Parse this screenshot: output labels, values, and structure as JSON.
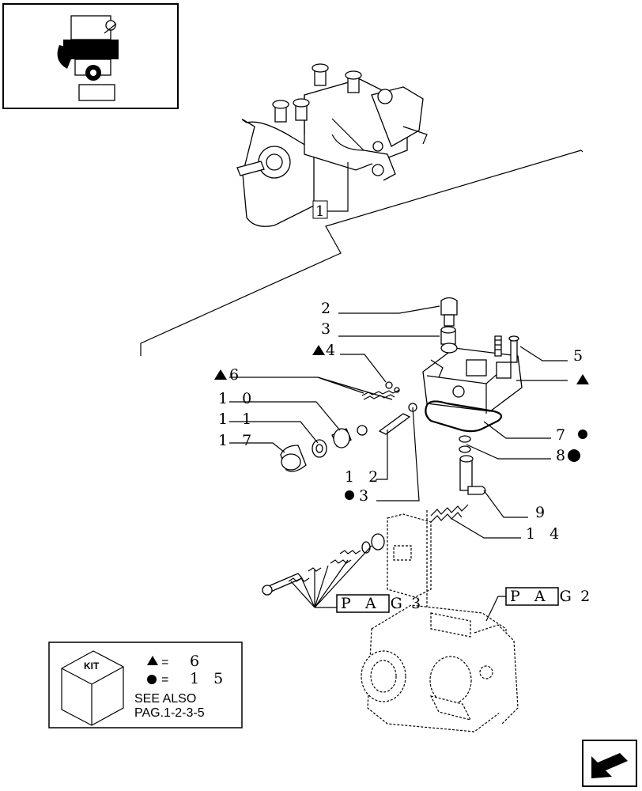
{
  "callouts": {
    "c1": "1",
    "c2": "2",
    "c3": "3",
    "c4": "4",
    "c5": "5",
    "c6": "6",
    "c7": "7",
    "c8": "8",
    "c9": "9",
    "c10": "1 0",
    "c11": "1 1",
    "c12": "1 2",
    "c3b": "3",
    "c14": "1 4",
    "c17": "1 7"
  },
  "page_refs": {
    "ref3_label": "P A G",
    "ref3_num": ". 3",
    "ref2_label": "P A G",
    "ref2_num": ". 2"
  },
  "kit_legend": {
    "badge": "KIT",
    "triangle_eq": "=",
    "triangle_value": "6",
    "circle_eq": "=",
    "circle_value": "1 5",
    "see_also_line1": "SEE ALSO",
    "see_also_line2": "PAG.1-2-3-5"
  },
  "icons": {
    "thumbnail": "engine-thumbnail-icon",
    "kit_box": "kit-box-icon",
    "nav_arrow": "next-page-arrow-icon"
  }
}
